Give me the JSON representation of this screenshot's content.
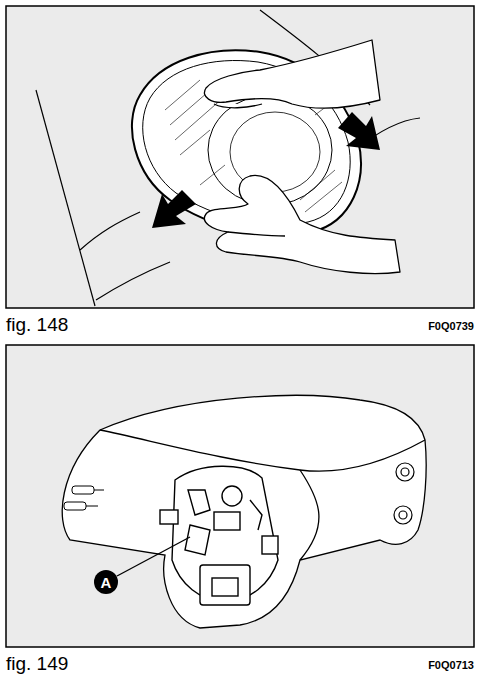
{
  "diagram": {
    "labels": [
      "fig. 148",
      "F0Q0739",
      "fig. 149",
      "F0Q0713",
      "A"
    ]
  }
}
